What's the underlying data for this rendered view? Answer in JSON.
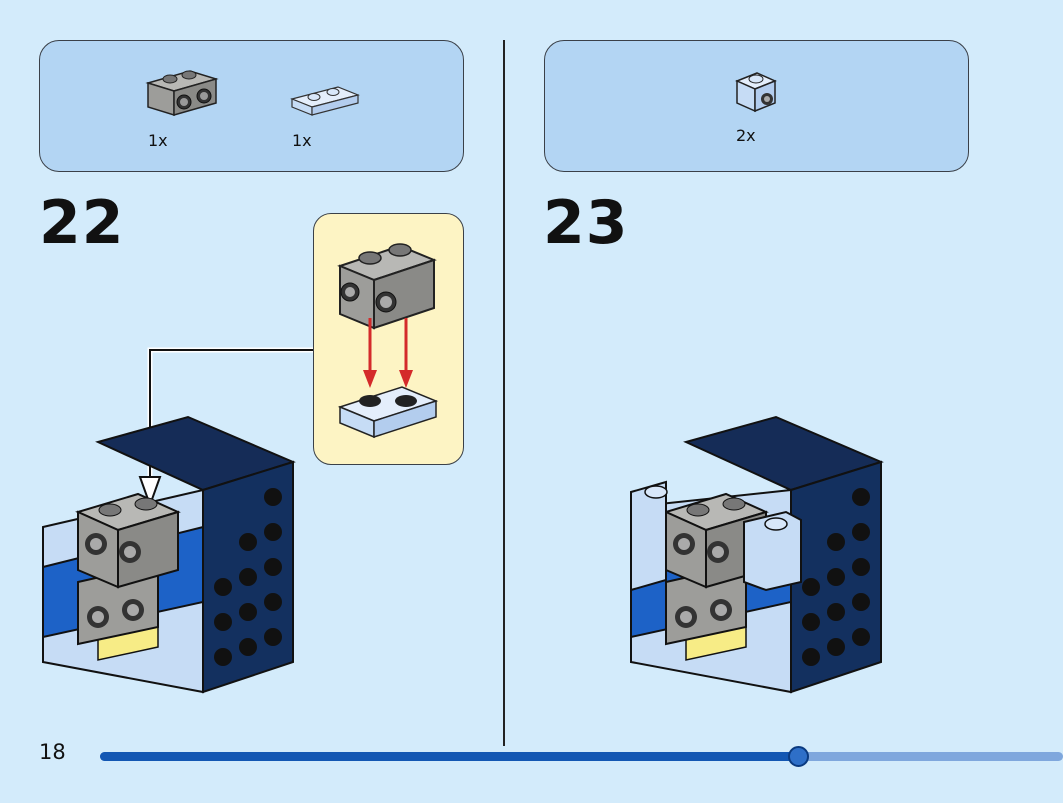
{
  "steps": [
    {
      "number": "22",
      "parts": [
        {
          "qty": "1x",
          "part_icon": "brick-1x2-grey-studs-side-icon",
          "color": "#9d9d9a"
        },
        {
          "qty": "1x",
          "part_icon": "plate-1x2-light-blue-icon",
          "color": "#c6dcf5"
        }
      ]
    },
    {
      "number": "23",
      "parts": [
        {
          "qty": "2x",
          "part_icon": "brick-1x1-light-blue-stud-side-icon",
          "color": "#c6dcf5"
        }
      ]
    }
  ],
  "footer": {
    "page_number": "18",
    "progress": 0.725
  },
  "colors": {
    "background": "#d3ebfb",
    "parts_box": "#b3d5f3",
    "callout": "#fdf4c4",
    "dark_blue": "#152c57",
    "blue": "#1d62c7",
    "light_blue": "#c6dcf5",
    "grey": "#9d9d9a",
    "yellow": "#f7ec86",
    "arrow_red": "#d42a2a"
  }
}
